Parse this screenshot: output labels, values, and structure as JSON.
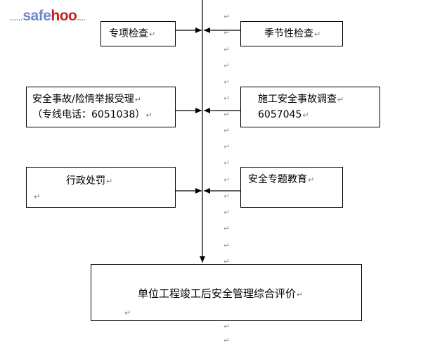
{
  "logo": {
    "dots_left": "......",
    "pre": "safe",
    "post": "hoo",
    "dots_right": "...."
  },
  "paragraph_mark": "↵",
  "boxes": {
    "special_inspection": {
      "line1": "专项检查"
    },
    "seasonal_inspection": {
      "line1": "季节性检查"
    },
    "accident_report": {
      "line1": "安全事故/险情举报受理",
      "line2": "（专线电话：6051038）"
    },
    "accident_investigation": {
      "line1": "施工安全事故调查",
      "line2": "6057045"
    },
    "admin_penalty": {
      "line1": "行政处罚"
    },
    "safety_education": {
      "line1": "安全专题教育"
    },
    "final_evaluation": {
      "line1": "单位工程竣工后安全管理综合评价"
    }
  }
}
